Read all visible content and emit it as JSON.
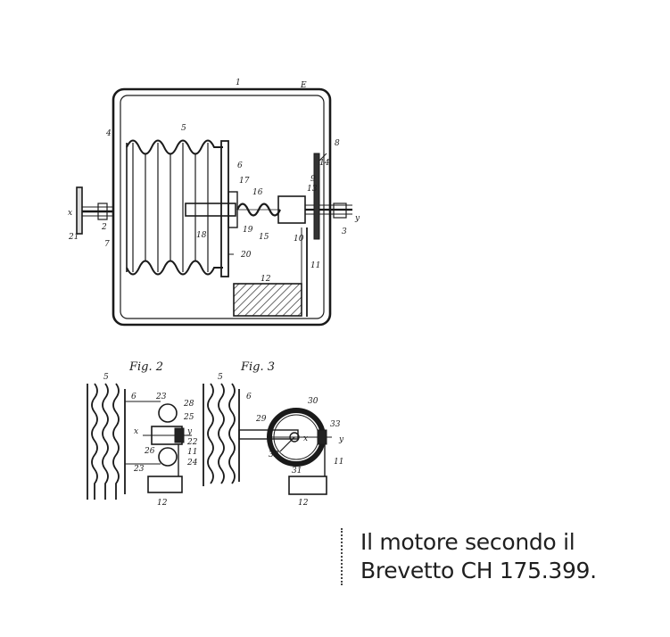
{
  "figure": {
    "fig2_label": "Fig. 2",
    "fig3_label": "Fig. 3",
    "fig1_labels": {
      "l1": "1",
      "lE": "E",
      "l4": "4",
      "l5": "5",
      "l6": "6",
      "l8": "8",
      "l14": "14",
      "l9": "9",
      "l17": "17",
      "l16": "16",
      "l13": "13",
      "lx": "x",
      "ly": "y",
      "l2": "2",
      "l3": "3",
      "l21": "21",
      "l7": "7",
      "l18": "18",
      "l15": "15",
      "l10": "10",
      "l19": "19",
      "l20": "20",
      "l11": "11",
      "l12": "12"
    },
    "fig2_labels": {
      "l5": "5",
      "l6": "6",
      "l23": "23",
      "l28": "28",
      "l25": "25",
      "lx": "x",
      "ly": "y",
      "l22": "22",
      "l26": "26",
      "l11": "11",
      "l24": "24",
      "l23b": "23",
      "l12": "12"
    },
    "fig3_labels": {
      "l5": "5",
      "l6": "6",
      "l29": "29",
      "l30": "30",
      "l33": "33",
      "lx": "x",
      "ly": "y",
      "l32": "32",
      "l31": "31",
      "l11": "11",
      "l12": "12"
    }
  },
  "caption": {
    "line1": "Il motore secondo il",
    "line2": "Brevetto CH 175.399."
  }
}
